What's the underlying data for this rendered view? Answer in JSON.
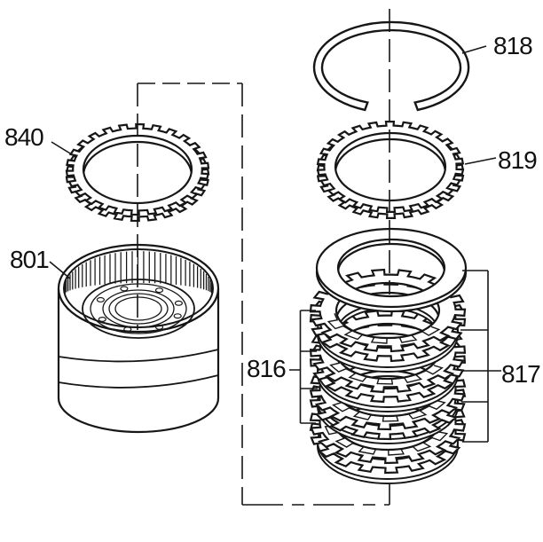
{
  "colors": {
    "background": "#ffffff",
    "line": "#161616"
  },
  "labels": {
    "l801": "801",
    "l816": "816",
    "l817": "817",
    "l818": "818",
    "l819": "819",
    "l840": "840"
  }
}
